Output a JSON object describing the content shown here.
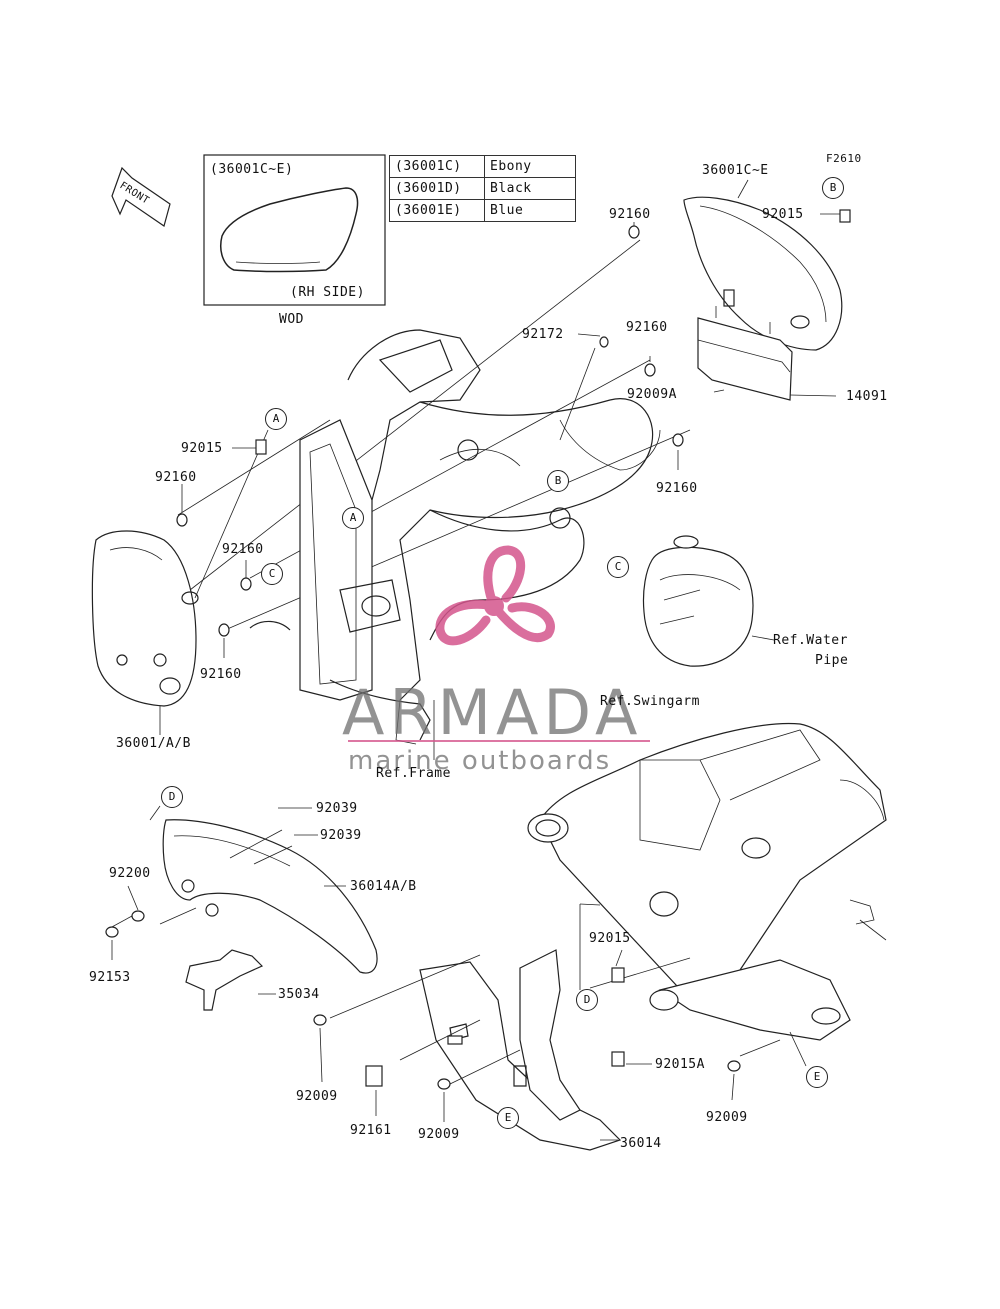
{
  "figure_code": "F2610",
  "front_arrow_label": "FRONT",
  "inset": {
    "title": "(36001C~E)",
    "side_label": "(RH SIDE)",
    "caption": "WOD"
  },
  "color_table": [
    {
      "code": "(36001C)",
      "name": "Ebony"
    },
    {
      "code": "(36001D)",
      "name": "Black"
    },
    {
      "code": "(36001E)",
      "name": "Blue"
    }
  ],
  "parts": {
    "p36001CE": "36001C~E",
    "p92015_top": "92015",
    "p92160_top": "92160",
    "p92172": "92172",
    "p92160_mid": "92160",
    "p92009A": "92009A",
    "p14091": "14091",
    "p92160_right": "92160",
    "p92015_left": "92015",
    "p92160_left1": "92160",
    "p92160_left2": "92160",
    "p92160_left3": "92160",
    "p36001AB": "36001/A/B",
    "ref_water_1": "Ref.Water",
    "ref_water_2": "Pipe",
    "ref_swingarm": "Ref.Swingarm",
    "ref_frame": "Ref.Frame",
    "p92039_a": "92039",
    "p92039_b": "92039",
    "p92200": "92200",
    "p36014AB": "36014A/B",
    "p92153": "92153",
    "p35034": "35034",
    "p92015_low": "92015",
    "p92015A": "92015A",
    "p92009_a": "92009",
    "p92161": "92161",
    "p92009_b": "92009",
    "p36014": "36014",
    "p92009_c": "92009"
  },
  "callouts": {
    "B_top": "B",
    "B_mid": "B",
    "A_top": "A",
    "A_mid": "A",
    "C_left": "C",
    "C_right": "C",
    "D_top": "D",
    "D_low": "D",
    "E_right": "E",
    "E_low": "E"
  },
  "watermark": {
    "brand": "ARMADA",
    "tagline": "marine outboards"
  },
  "colors": {
    "logo_pink": "#d4558c",
    "line": "#222222"
  }
}
